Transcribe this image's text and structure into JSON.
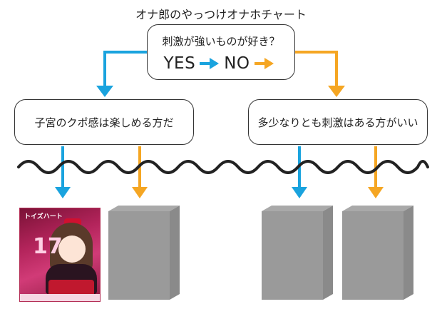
{
  "title": "オナ郎のやっつけオナホチャート",
  "root": {
    "question": "刺激が強いものが好き？",
    "yes_label": "YES",
    "no_label": "NO"
  },
  "left_box": {
    "text": "子宮のクポ感は楽しめる方だ"
  },
  "right_box": {
    "text": "多少なりとも刺激はある方がいい"
  },
  "product": {
    "title": "トイズハート",
    "number": "17"
  },
  "colors": {
    "yes": "#1aa3de",
    "no": "#f5a623",
    "line": "#222222",
    "placeholder_front": "#9a9a9a",
    "placeholder_side": "#8a8a8a",
    "placeholder_top": "#a9a9a9"
  }
}
